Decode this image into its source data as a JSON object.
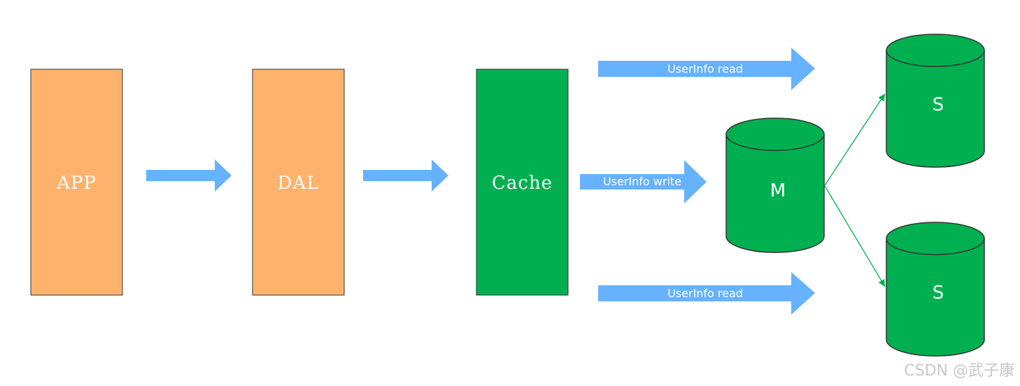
{
  "diagram": {
    "nodes": {
      "app": {
        "label": "APP",
        "color": "#FFB26B"
      },
      "dal": {
        "label": "DAL",
        "color": "#FFB26B"
      },
      "cache": {
        "label": "Cache",
        "color": "#00B050"
      },
      "master": {
        "label": "M",
        "color": "#00B050"
      },
      "slave_top": {
        "label": "S",
        "color": "#00B050"
      },
      "slave_bottom": {
        "label": "S",
        "color": "#00B050"
      }
    },
    "arrows": {
      "read_top": {
        "label": "UserInfo read"
      },
      "write": {
        "label": "UserInfo write"
      },
      "read_bottom": {
        "label": "UserInfo read"
      }
    },
    "arrow_color": "#66B2FF",
    "replication_color": "#00B050"
  },
  "watermark": "CSDN @武子康"
}
